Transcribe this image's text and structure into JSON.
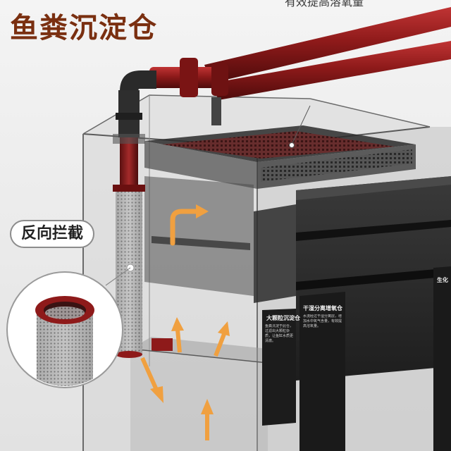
{
  "title": "鱼粪沉淀仓",
  "top_note": "有效提高溶氧量",
  "callout": "反向拦截",
  "panels": {
    "large_particle": {
      "label": "大颗粒沉淀仓",
      "body": "鱼粪沉淀于此仓，过滤出大颗粒杂质，让鱼缸水质更清澈。"
    },
    "dry_wet": {
      "label": "干湿分离增氧仓",
      "body": "水流经过干湿分离层，增加水中氧气含量，有效提高溶氧量。"
    },
    "bio": {
      "label": "生化"
    }
  },
  "colors": {
    "pipe_red": "#8e1a1a",
    "flow_arrow": "#f0a040",
    "title_brown": "#7a2f10"
  },
  "icons": {
    "flow": "arrow-up-icon"
  }
}
